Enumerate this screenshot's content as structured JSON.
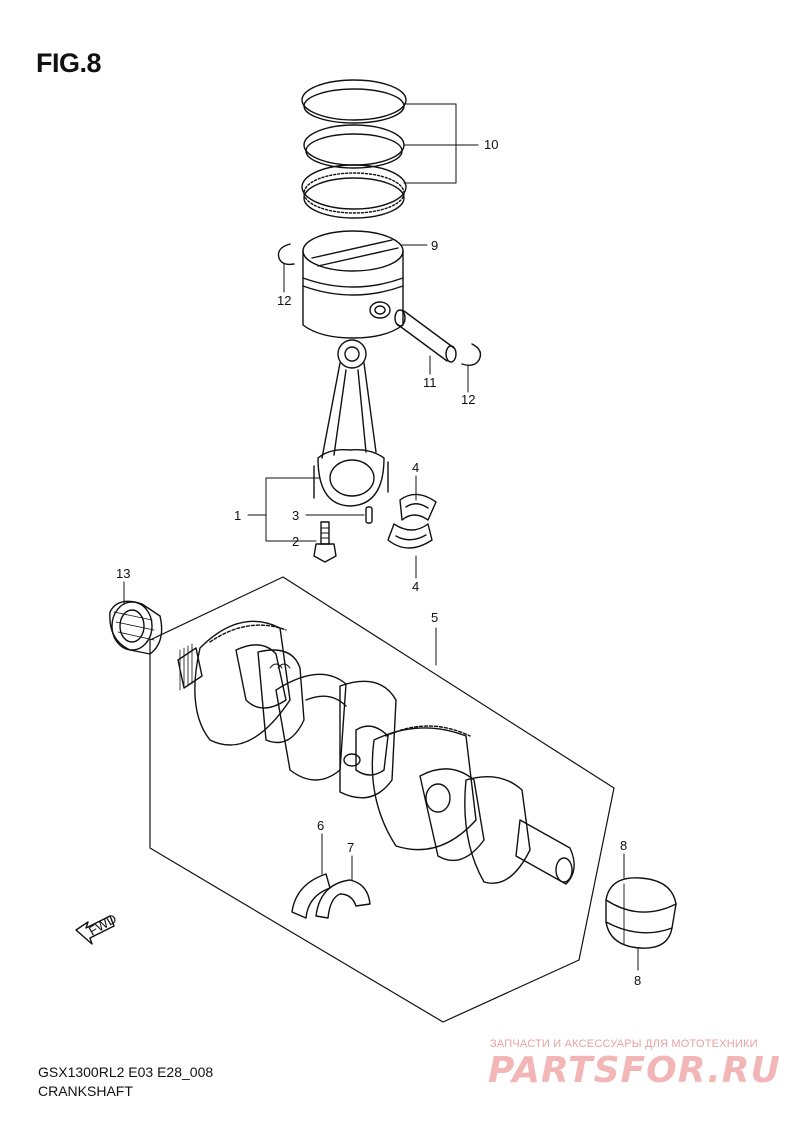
{
  "header": {
    "figure": "FIG.8"
  },
  "callouts": {
    "c1": "1",
    "c2": "2",
    "c3": "3",
    "c4a": "4",
    "c4b": "4",
    "c5": "5",
    "c6": "6",
    "c7": "7",
    "c8a": "8",
    "c8b": "8",
    "c9": "9",
    "c10": "10",
    "c11": "11",
    "c12a": "12",
    "c12b": "12",
    "c13": "13"
  },
  "fwd_marker": "FWD",
  "footer": {
    "model_code": "GSX1300RL2 E03 E28_008",
    "section": "CRANKSHAFT"
  },
  "watermark": {
    "tagline": "ЗАПЧАСТИ И АКСЕССУАРЫ ДЛЯ МОТОТЕХНИКИ",
    "logo": "PARTSFOR.RU"
  },
  "colors": {
    "line": "#111111",
    "watermark": "#f2b6b6"
  }
}
